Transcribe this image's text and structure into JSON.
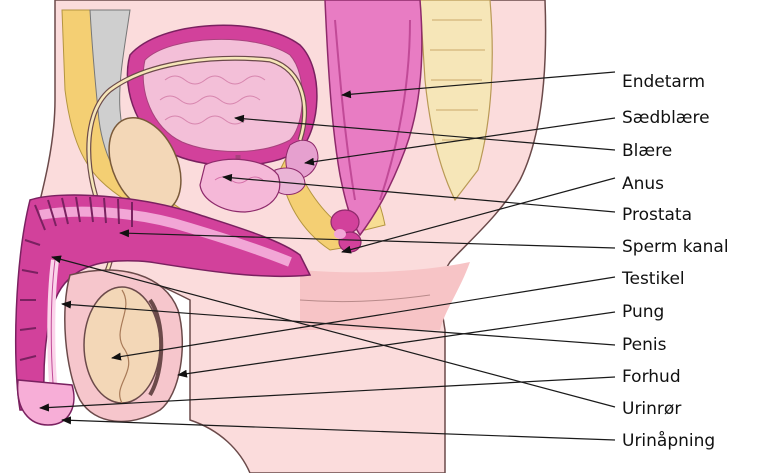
{
  "labels": [
    {
      "id": "rectum",
      "text": "Endetarm"
    },
    {
      "id": "seminal-vesicle",
      "text": "Sædblære"
    },
    {
      "id": "bladder",
      "text": "Blære"
    },
    {
      "id": "anus",
      "text": "Anus"
    },
    {
      "id": "prostate",
      "text": "Prostata"
    },
    {
      "id": "sperm-duct",
      "text": "Sperm kanal"
    },
    {
      "id": "testicle",
      "text": "Testikel"
    },
    {
      "id": "scrotum",
      "text": "Pung"
    },
    {
      "id": "penis",
      "text": "Penis"
    },
    {
      "id": "foreskin",
      "text": "Forhud"
    },
    {
      "id": "urethra",
      "text": "Urinrør"
    },
    {
      "id": "urethral-opening",
      "text": "Urinåpning"
    }
  ],
  "colors": {
    "skin": "#f9c9c9",
    "skin_light": "#fbe0de",
    "magenta": "#d2419b",
    "pink": "#ef9fd0",
    "fat_yellow": "#f4cf73",
    "tan": "#f3d7b7",
    "gray": "#c8c8c8",
    "outline": "#6b4a4a"
  }
}
